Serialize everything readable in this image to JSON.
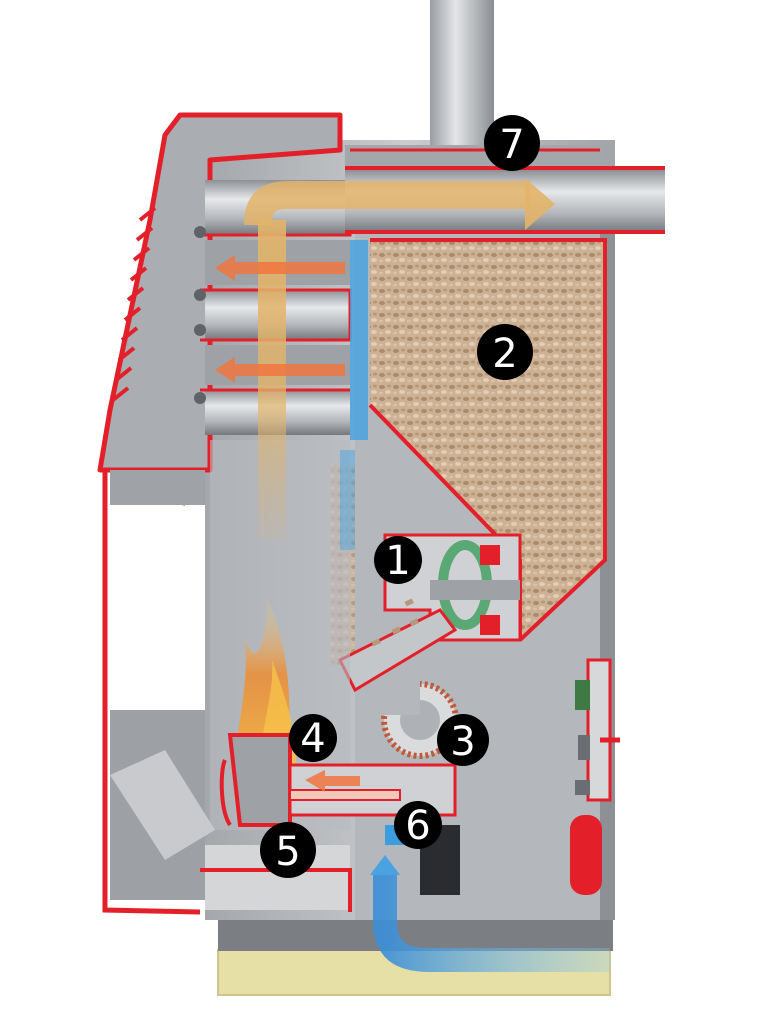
{
  "diagram": {
    "markers": [
      {
        "id": "1",
        "label": "1"
      },
      {
        "id": "2",
        "label": "2"
      },
      {
        "id": "3",
        "label": "3"
      },
      {
        "id": "4",
        "label": "4"
      },
      {
        "id": "5",
        "label": "5"
      },
      {
        "id": "6",
        "label": "6"
      },
      {
        "id": "7",
        "label": "7"
      }
    ],
    "colors": {
      "casing_outline": "#e3202a",
      "steel": "#b9bcc0",
      "steel_dark": "#8d9095",
      "pellets": "#c9ab8f",
      "flue_gas_arrow": "#e3b469",
      "convection_air_arrow": "#f0763f",
      "combustion_air_arrow": "#4aa3e0",
      "base_plate": "#e6dfa6",
      "marker_fill": "#000000",
      "marker_text": "#ffffff"
    }
  }
}
